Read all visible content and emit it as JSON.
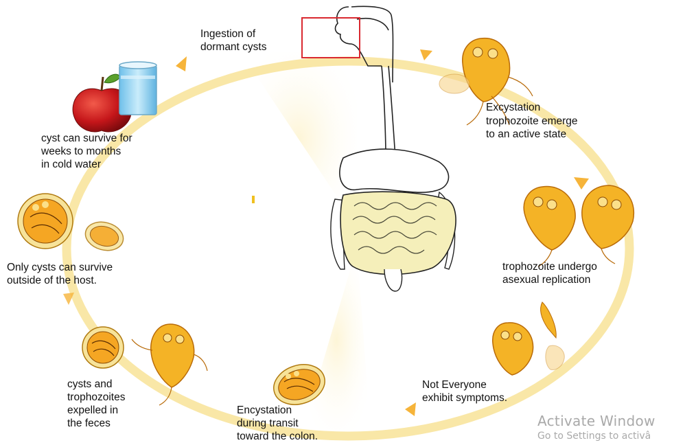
{
  "diagram": {
    "labels": {
      "ingestion": "Ingestion of\ndormant cysts",
      "excystation": "Excystation",
      "emerge": "trophozoite emerge\nto an active state",
      "replication": "trophozoite undergo\nasexual replication",
      "symptoms": "Not Everyone\nexhibit symptoms.",
      "encystation": "Encystation\nduring transit\ntoward the colon.",
      "expelled": "cysts and\ntrophozoites\nexpelled in\nthe feces",
      "survive_host": "Only cysts can survive\n outside of the host.",
      "survive_water": "cyst can survive for\nweeks to months\nin cold water"
    },
    "colors": {
      "cycle_ring": "#f9e7a7",
      "cycle_arrow": "#f6b43a",
      "trophozoite": "#f4b326",
      "trophozoite_edge": "#b86a08",
      "cyst": "#f5a623",
      "cyst_shell": "#f7e39a",
      "intestine": "#f5efba",
      "highlight_box": "#d9282f",
      "apple": "#d31b1b",
      "glass_water": "#9fd6f2",
      "watermark": "#a9a9a9"
    }
  },
  "watermark": {
    "line1": "Activate Window",
    "line2": "Go to Settings to activâ"
  }
}
